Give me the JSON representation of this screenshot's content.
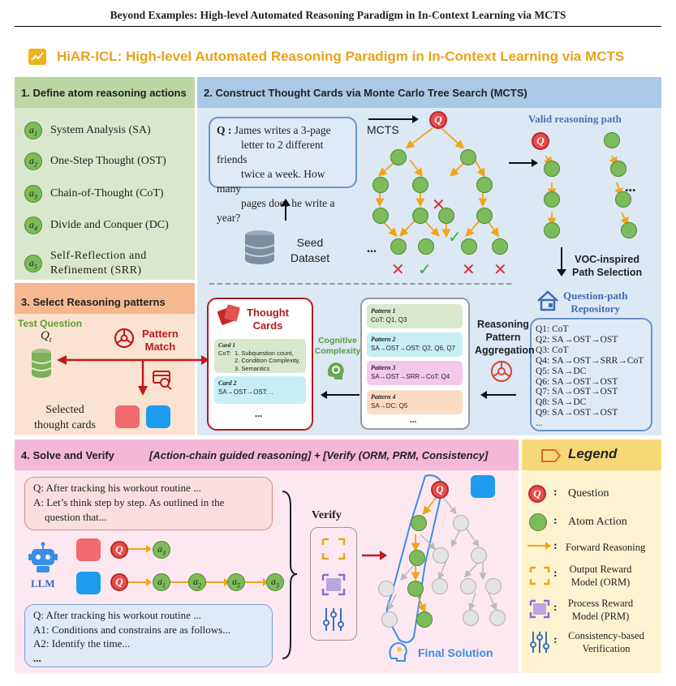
{
  "paper_header": "Beyond Examples: High-level Automated Reasoning Paradigm in In-Context Learning via MCTS",
  "main_title": "HiAR-ICL: High-level Automated Reasoning Paradigm in In-Context Learning via MCTS",
  "colors": {
    "green_panel": "#d9e8cc",
    "blue_panel": "#cfe0f0",
    "orange_panel": "#fbdcc3",
    "pink_panel": "#f6d1e6",
    "yellow_panel": "#fdf0c6",
    "title_orange": "#e8a21c",
    "red": "#c0191f"
  },
  "section1": {
    "title": "1. Define atom reasoning actions",
    "actions": [
      {
        "symbol": "a",
        "sub": "1",
        "label": "System Analysis (SA)"
      },
      {
        "symbol": "a",
        "sub": "2",
        "label": "One-Step Thought (OST)"
      },
      {
        "symbol": "a",
        "sub": "3",
        "label": "Chain-of-Thought (CoT)"
      },
      {
        "symbol": "a",
        "sub": "4",
        "label": "Divide and Conquer (DC)"
      },
      {
        "symbol": "a",
        "sub": "5",
        "label_line1": "Self-Reflection and",
        "label_line2": "Refinement (SRR)"
      }
    ]
  },
  "section2": {
    "title": "2. Construct Thought Cards via Monte Carlo Tree Search (MCTS)",
    "question_prefix": "Q :",
    "question_lines": [
      "James writes a 3-page",
      "letter to 2 different friends",
      "twice a week.  How many",
      "pages does he write a year?"
    ],
    "mcts_label": "MCTS",
    "seed_dataset": [
      "Seed",
      "Dataset"
    ],
    "ellipsis": "...",
    "valid_path_label": "Valid reasoning path",
    "voc_label": [
      "VOC-inspired",
      "Path Selection"
    ],
    "repository_title": [
      "Question-path",
      "Repository"
    ],
    "repository": [
      "Q1: CoT",
      "Q2: SA→OST→OST",
      "Q3: CoT",
      "Q4: SA→OST→SRR→CoT",
      "Q5: SA→DC",
      "Q6: SA→OST→OST",
      "Q7: SA→OST→OST",
      "Q8: SA→DC",
      "Q9: SA→OST→OST",
      "..."
    ],
    "aggregation_label": [
      "Reasoning",
      "Pattern",
      "Aggregation"
    ],
    "patterns": [
      {
        "name": "Pattern 1",
        "content": "CoT: Q1, Q3"
      },
      {
        "name": "Pattern 2",
        "content": "SA→OST→OST: Q2, Q6, Q7"
      },
      {
        "name": "Pattern 3",
        "content": "SA→OST→SRR→CoT: Q4"
      },
      {
        "name": "Pattern 4",
        "content": "SA→DC: Q5"
      }
    ],
    "patterns_ellipsis": "...",
    "cognitive_label": [
      "Cognitive",
      "Complexity"
    ],
    "thought_cards_title": [
      "Thought",
      "Cards"
    ],
    "card1": {
      "name": "Card 1",
      "prefix": "CoT:",
      "items": [
        "1.  Subquestion count,",
        "2.  Condition Complexity,",
        "3.  Semantics"
      ]
    },
    "card2": {
      "name": "Card 2",
      "content": "SA→OST→OST: .."
    },
    "cards_ellipsis": "..."
  },
  "section3": {
    "title": "3. Select Reasoning patterns",
    "test_question": "Test Question",
    "qt_symbol": "Q",
    "qt_sub": "t",
    "pattern_match": [
      "Pattern",
      "Match"
    ],
    "selected_label": [
      "Selected",
      "thought cards"
    ]
  },
  "section4": {
    "title": "4. Solve and Verify",
    "subtitle": "[Action-chain guided reasoning] + [Verify (ORM, PRM, Consistency]",
    "box1_q": "Q: After tracking his workout routine ...",
    "box1_a1": "A: Let’s think step by step. As outlined in the",
    "box1_a2": "question that...",
    "llm_label": "LLM",
    "chain1": [
      "Q",
      "a3"
    ],
    "chain2": [
      "Q",
      "a1",
      "a2",
      "a5",
      "a3"
    ],
    "box2_q": "Q: After tracking his workout routine ...",
    "box2_a1": "A1: Conditions and constrains are as follows...",
    "box2_a2": "A2: Identify the time...",
    "box2_more": "...",
    "verify_label": "Verify",
    "final_solution": "Final Solution"
  },
  "legend": {
    "title": "Legend",
    "items": [
      {
        "symbol": "Q",
        "sep": ":",
        "label": "Question"
      },
      {
        "sep": ":",
        "label": "Atom Action"
      },
      {
        "sep": ":",
        "label": "Forward Reasoning"
      },
      {
        "sep": ":",
        "label_line1": "Output Reward",
        "label_line2": "Model (ORM)"
      },
      {
        "sep": ":",
        "label_line1": "Process Reward",
        "label_line2": "Model (PRM)"
      },
      {
        "sep": ":",
        "label_line1": "Consistency-based",
        "label_line2": "Verification"
      }
    ]
  }
}
